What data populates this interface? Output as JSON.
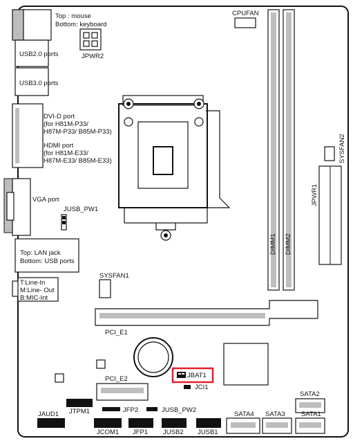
{
  "labels": {
    "ps2_top": "Top : mouse",
    "ps2_bottom": "Bottom: keyboard",
    "jpwr2": "JPWR2",
    "cpufan": "CPUFAN",
    "usb20": "USB2.0 ports",
    "usb30": "USB3.0 ports",
    "dvid_1": "DVI-D port",
    "dvid_2": "(for H81M-P33/",
    "dvid_3": "H87M-P33/ B85M-P33)",
    "hdmi_1": "HDMI port",
    "hdmi_2": "(for H81M-E33/",
    "hdmi_3": "H87M-E33/ B85M-E33)",
    "vga": "VGA port",
    "jusb_pw1": "JUSB_PW1",
    "lan_top": "Top: LAN jack",
    "lan_bottom": "Bottom: USB ports",
    "audio_t": "T:Line-In",
    "audio_m": "M:Line- Out",
    "audio_b": "B:MIC-Int",
    "sysfan1": "SYSFAN1",
    "sysfan2": "SYSFAN2",
    "jpwr1": "JPWR1",
    "dimm1": "DIMM1",
    "dimm2": "DIMM2",
    "pci_e1": "PCI_E1",
    "pci_e2": "PCI_E2",
    "jbat1": "JBAT1",
    "jci1": "JCI1",
    "jtpm1": "JTPM1",
    "jfp2": "JFP2",
    "jusb_pw2": "JUSB_PW2",
    "jaud1": "JAUD1",
    "jcom1": "JCOM1",
    "jfp1": "JFP1",
    "jusb2": "JUSB2",
    "jusb1": "JUSB1",
    "sata4": "SATA4",
    "sata3": "SATA3",
    "sata2": "SATA2",
    "sata1": "SATA1"
  },
  "colors": {
    "highlight": "#e0202a",
    "line": "#111111"
  }
}
